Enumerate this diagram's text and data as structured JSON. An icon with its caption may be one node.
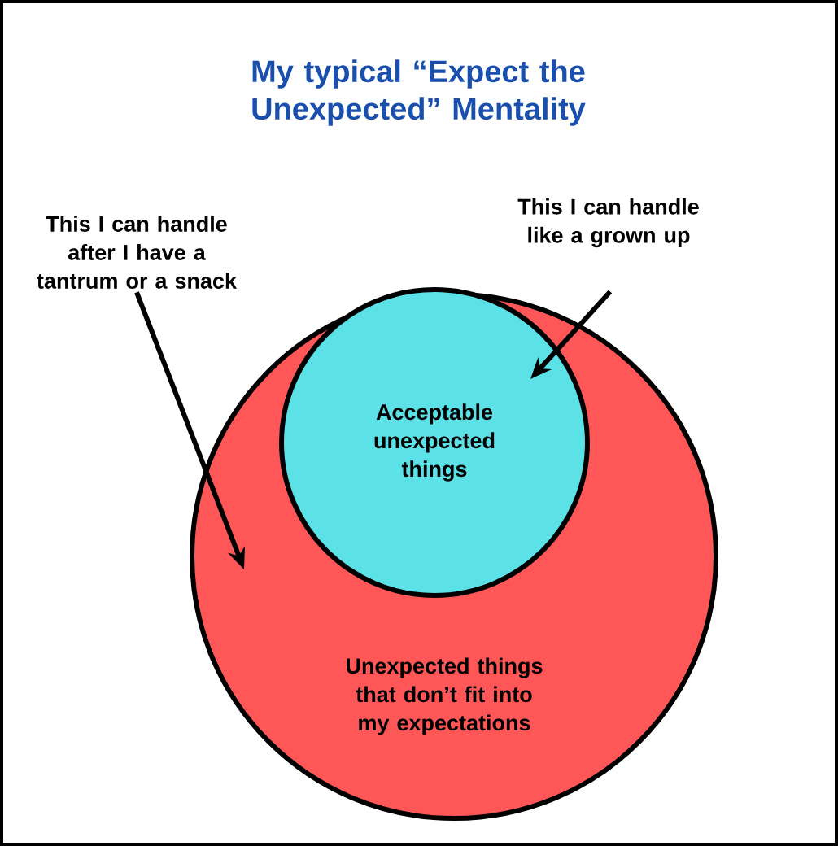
{
  "diagram": {
    "title": "My typical “Expect the Unexpected” Mentality",
    "nodes": [
      {
        "text": [
          "Unexpected things that don’t fit into my expectations"
        ]
      },
      {
        "text": [
          "Acceptable unexpected things"
        ],
        "in": 0
      },
      {
        "text": [
          "This I can handle after I have a tantrum or a snack"
        ]
      },
      {
        "text": [
          "This I can handle like a grown up"
        ]
      }
    ],
    "edges": [
      {
        "from": 2,
        "to": 0,
        "arrow": "to"
      },
      {
        "from": 3,
        "to": 1,
        "arrow": "to"
      }
    ]
  }
}
